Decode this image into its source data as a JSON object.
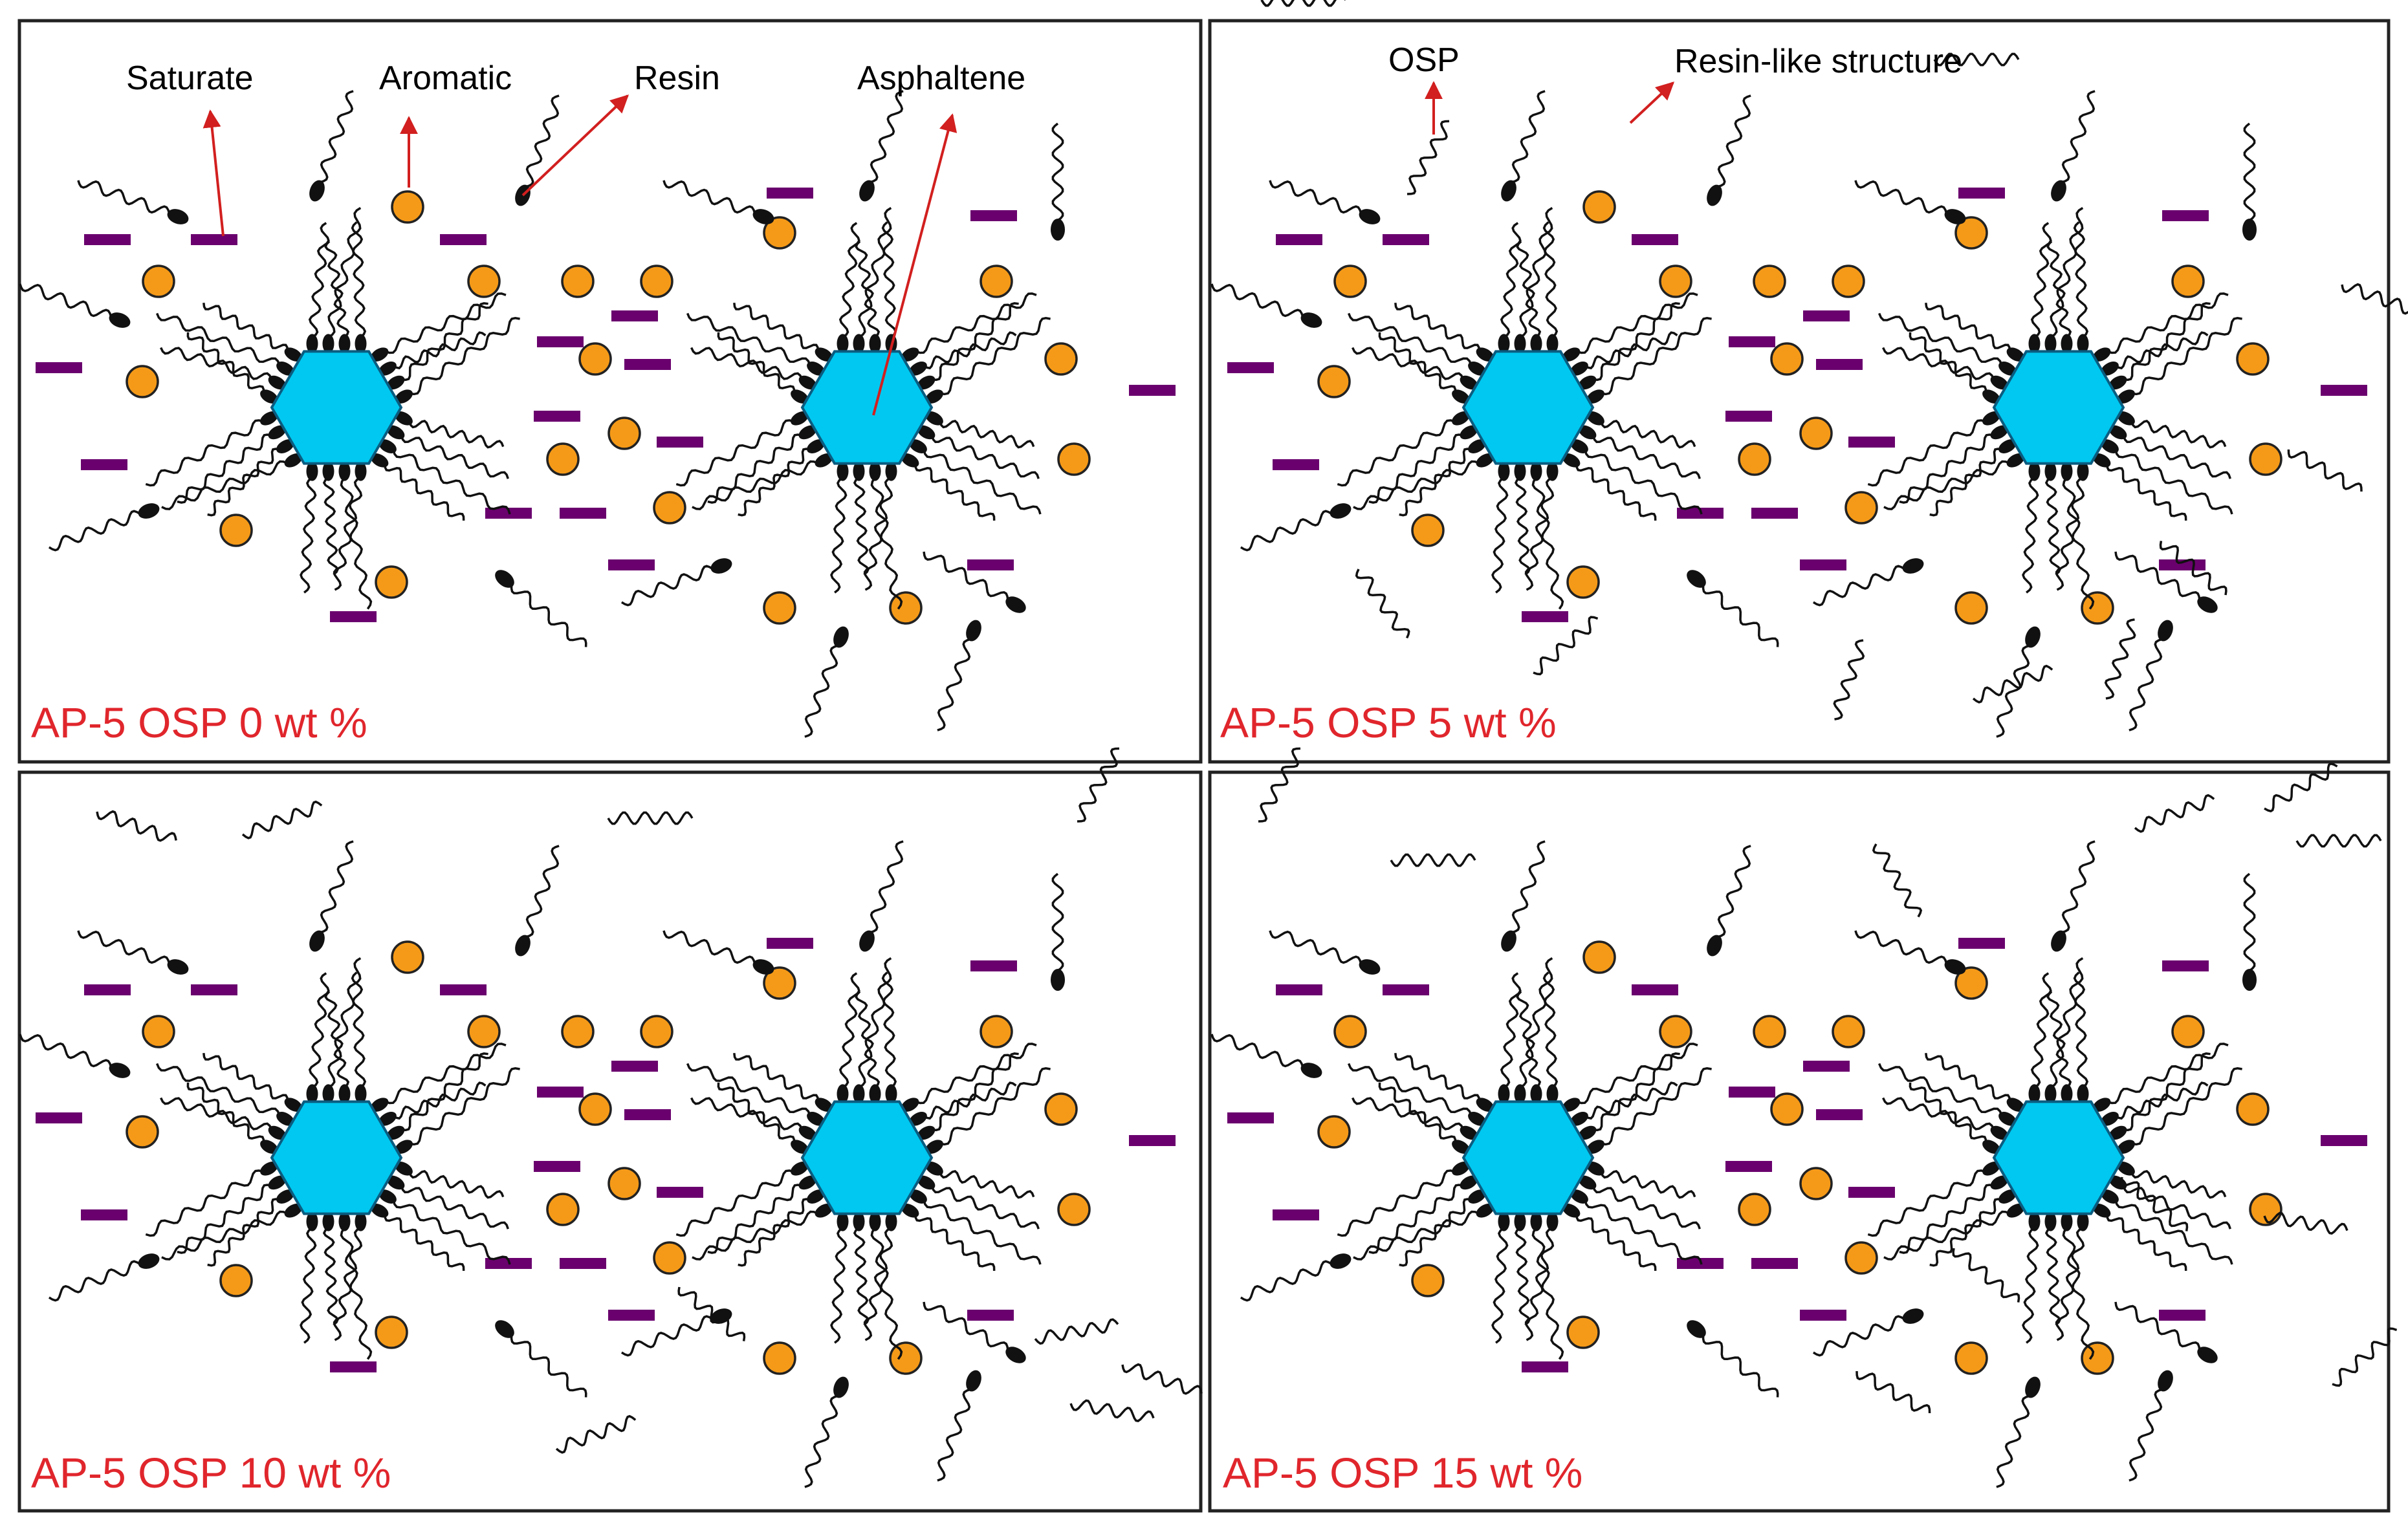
{
  "colors": {
    "asphaltene": "#00c8f0",
    "aromatic": "#f59a18",
    "resin": "#111111",
    "saturate": "#6a006e",
    "chain": "#111111",
    "arrow": "#d21f1f",
    "label": "#e0262c",
    "frame": "#222222"
  },
  "icons": {
    "asphaltene": "cyan-hexagon",
    "aromatic": "orange-circle",
    "resin": "black-tadpole",
    "saturate": "purple-dash",
    "osp": "wavy-chain"
  },
  "callouts": {
    "saturate": "Saturate",
    "aromatic": "Aromatic",
    "resin": "Resin",
    "asphaltene": "Asphaltene",
    "osp": "OSP",
    "resin_like": "Resin-like structure"
  },
  "panels": [
    {
      "label": "AP-5 OSP 0 wt  %",
      "osp_content_wt_percent": 0
    },
    {
      "label": "AP-5 OSP 5 wt  %",
      "osp_content_wt_percent": 5
    },
    {
      "label": "AP-5 OSP 10 wt  %",
      "osp_content_wt_percent": 10
    },
    {
      "label": "AP-5 OSP 15 wt  %",
      "osp_content_wt_percent": 15
    }
  ]
}
